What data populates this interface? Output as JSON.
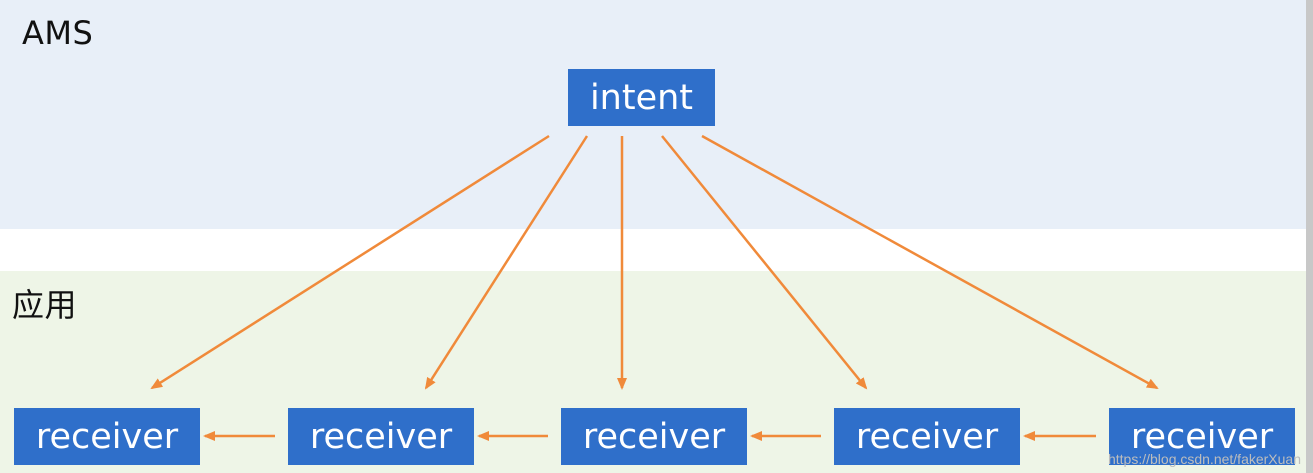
{
  "regions": {
    "ams_label": "AMS",
    "app_label": "应用"
  },
  "nodes": {
    "intent": "intent",
    "receivers": [
      "receiver",
      "receiver",
      "receiver",
      "receiver",
      "receiver"
    ]
  },
  "colors": {
    "node_fill": "#2f6fca",
    "arrow": "#f08a3a",
    "ams_bg": "#e8eff8",
    "app_bg": "#eef5e7"
  },
  "watermark": "https://blog.csdn.net/fakerXuan"
}
